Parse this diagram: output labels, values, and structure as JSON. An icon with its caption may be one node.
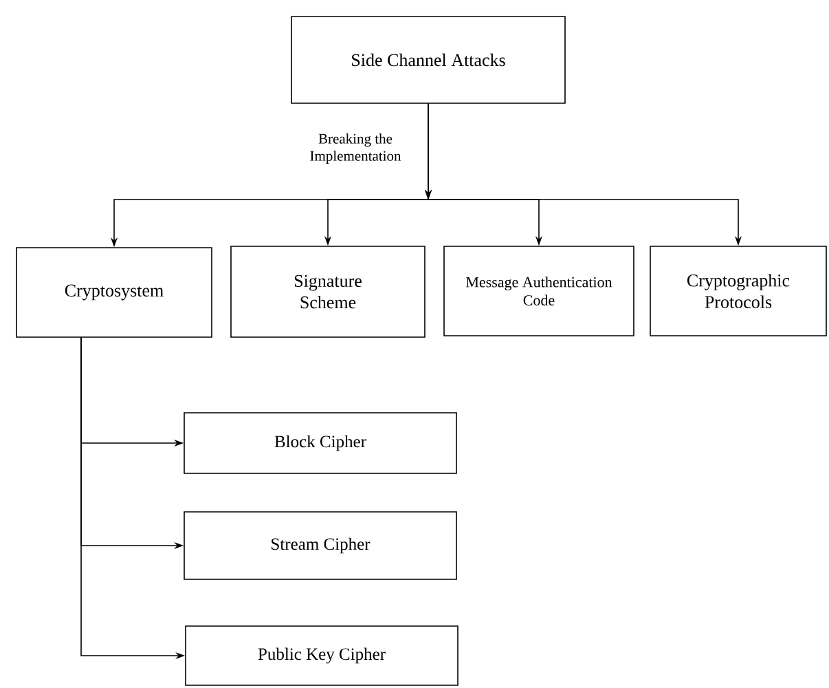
{
  "diagram": {
    "nodes": [
      {
        "text": [
          "Side Channel Attacks"
        ]
      },
      {
        "text": [
          "Cryptosystem"
        ]
      },
      {
        "text": [
          "Signature Scheme"
        ]
      },
      {
        "text": [
          "Message Authentication Code"
        ]
      },
      {
        "text": [
          "Cryptographic Protocols"
        ]
      },
      {
        "text": [
          "Block Cipher"
        ]
      },
      {
        "text": [
          "Stream Cipher"
        ]
      },
      {
        "text": [
          "Public Key Cipher"
        ]
      }
    ],
    "edges": [
      {
        "from": 0,
        "to": 1,
        "arrow": "to",
        "label": "Breaking the Implementation"
      },
      {
        "from": 0,
        "to": 2,
        "arrow": "to"
      },
      {
        "from": 0,
        "to": 3,
        "arrow": "to"
      },
      {
        "from": 0,
        "to": 4,
        "arrow": "to"
      },
      {
        "from": 1,
        "to": 5,
        "arrow": "to"
      },
      {
        "from": 1,
        "to": 6,
        "arrow": "to"
      },
      {
        "from": 1,
        "to": 7,
        "arrow": "to"
      }
    ]
  }
}
